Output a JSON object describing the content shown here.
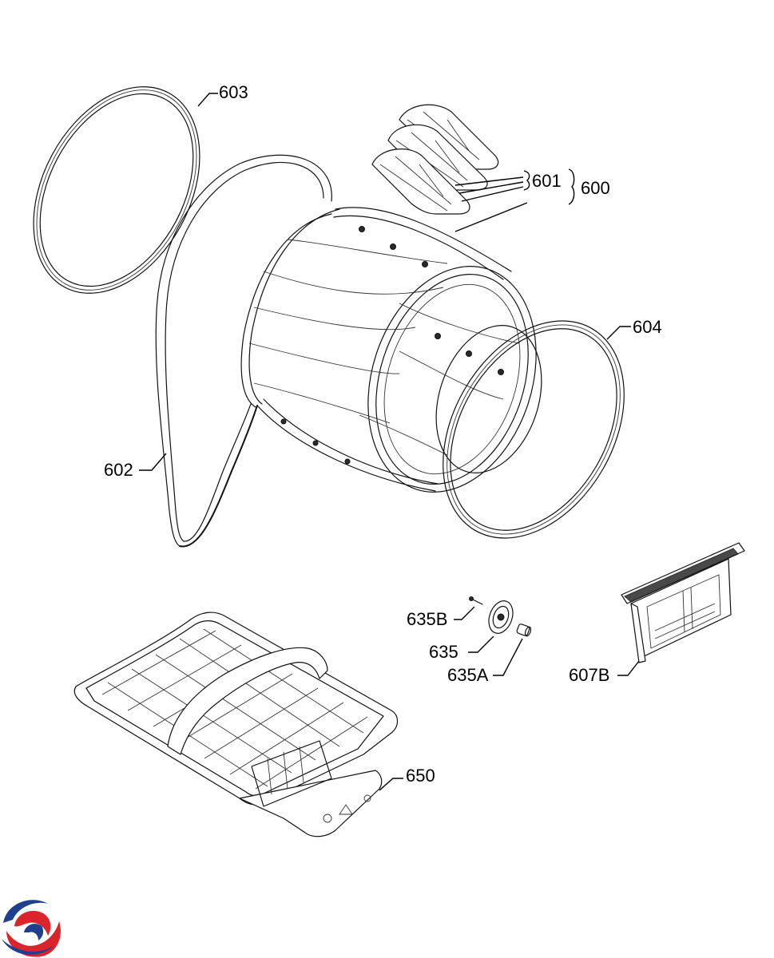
{
  "callouts": {
    "c603": "603",
    "c601": "601",
    "c600": "600",
    "c604": "604",
    "c602": "602",
    "c635b": "635B",
    "c635": "635",
    "c635a": "635A",
    "c607b": "607B",
    "c650": "650"
  },
  "logo": {
    "icon": "brand-swirl-logo",
    "colors": [
      "#1f3f8f",
      "#d9252b"
    ]
  }
}
